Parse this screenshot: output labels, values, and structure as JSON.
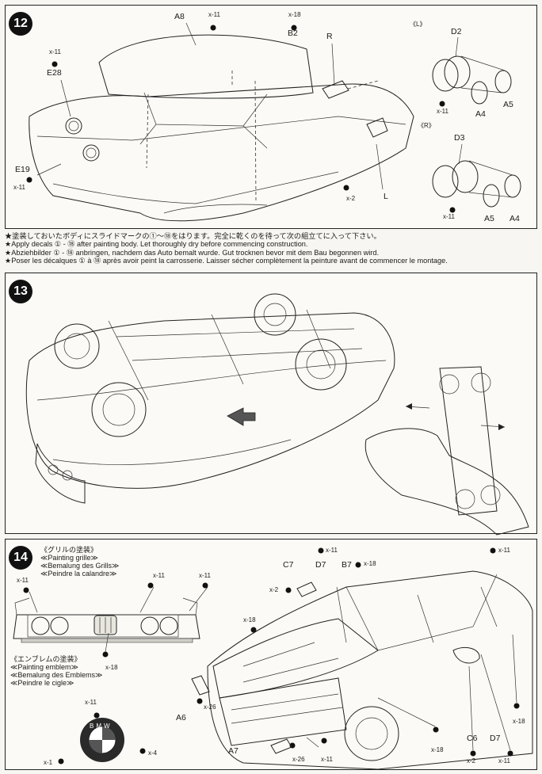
{
  "steps": {
    "s12": {
      "number": "12",
      "labels": {
        "a8": "A8",
        "x11_top": "x-11",
        "x18_top": "x-18",
        "b2": "B2",
        "r": "R",
        "x11_left": "x-11",
        "e28": "E28",
        "e19": "E19",
        "x11_e19": "x-11",
        "x2": "x-2",
        "l": "L",
        "side_l": "《L》",
        "d2": "D2",
        "x11_l": "x-11",
        "a4_l": "A4",
        "a5_l": "A5",
        "side_r": "《R》",
        "d3": "D3",
        "x11_r": "x-11",
        "a5_r": "A5",
        "a4_r": "A4"
      }
    },
    "notes": [
      "★塗装しておいたボディにスライドマークの①〜⑱をはります。完全に乾くのを待って次の組立てに入って下さい。",
      "★Apply decals ① - ⑱ after painting body. Let thoroughly dry before commencing construction.",
      "★Abziehbilder ① - ⑱ anbringen, nachdem das Auto bemalt wurde. Gut trocknen bevor mit dem Bau begonnen wird.",
      "★Poser les décalques ① à ⑱ après avoir peint la carrosserie. Laisser sécher complètement la peinture avant de commencer le montage."
    ],
    "s13": {
      "number": "13"
    },
    "s14": {
      "number": "14",
      "grille_heading": [
        "《グリルの塗装》",
        "≪Painting grille≫",
        "≪Bemalung des Grills≫",
        "≪Peindre la calandre≫"
      ],
      "emblem_heading": [
        "《エンブレムの塗装》",
        "≪Painting emblem≫",
        "≪Bemalung des Emblems≫",
        "≪Peindre le cigle≫"
      ],
      "emblem_text": "BMW",
      "labels": {
        "x11_grille_left": "x-11",
        "x11_grille_mid": "x-11",
        "x11_grille_right": "x-11",
        "x18_grille": "x-18",
        "x11_emblem_top": "x-11",
        "x4": "x-4",
        "x1": "x-1",
        "x11_hood_top": "x-11",
        "c7": "C7",
        "d7_top": "D7",
        "b7": "B7",
        "x18_b7": "x-18",
        "x11_roof": "x-11",
        "x2_c7": "x-2",
        "x18_engine": "x-18",
        "a6": "A6",
        "x26_a6": "x-26",
        "a7": "A7",
        "x26_a7": "x-26",
        "x11_a7": "x-11",
        "x18_front": "x-18",
        "c6": "C6",
        "x2_c6": "x-2",
        "d7_bottom": "D7",
        "x11_d7": "x-11",
        "x18_side": "x-18"
      }
    }
  }
}
